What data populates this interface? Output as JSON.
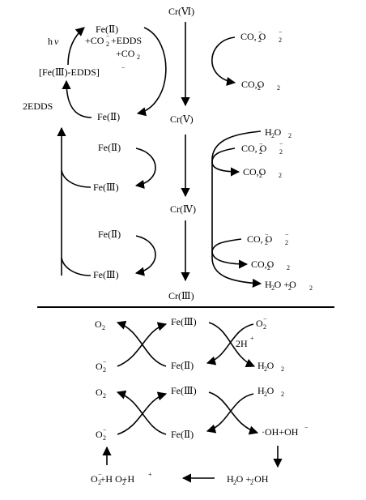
{
  "upper": {
    "cr": [
      "Cr(Ⅵ)",
      "Cr(Ⅴ)",
      "Cr(Ⅳ)",
      "Cr(Ⅲ)"
    ],
    "fe_top": "Fe(Ⅱ)",
    "fe_top_side1": "+CO",
    "fe_top_side1b": "+EDDS",
    "fe_top_side2": "+CO",
    "complex": "[Fe(Ⅲ)-EDDS]",
    "complex_sup": "−",
    "hv_h": "h",
    "hv_nu": "ν",
    "edds": "2EDDS",
    "fe_r1": "Fe(Ⅱ)",
    "fe_r2_a": "Fe(Ⅱ)",
    "fe_r2_b": "Fe(Ⅲ)",
    "fe_r3_a": "Fe(Ⅱ)",
    "fe_r3_b": "Fe(Ⅲ)",
    "co2rad_o2": "CO, O",
    "co2_o2": "CO,O",
    "h2o2": "H O",
    "h2o2_plus_o2": "H O +O"
  },
  "lower": {
    "c1_o2": "O",
    "c1_fe3": "Fe(Ⅲ)",
    "c1_o2m": "O",
    "c1_2h": "2H",
    "c1_o2m_bot": "O",
    "c1_fe2": "Fe(Ⅱ)",
    "c1_h2o2": "H O",
    "c2_o2": "O",
    "c2_fe3": "Fe(Ⅲ)",
    "c2_h2o2": "H O",
    "c2_o2m_bot": "O",
    "c2_fe2": "Fe(Ⅱ)",
    "c2_oh": "·OH+OH",
    "bottom_left": "O +H O+H",
    "bottom_right": "H O +·OH"
  }
}
